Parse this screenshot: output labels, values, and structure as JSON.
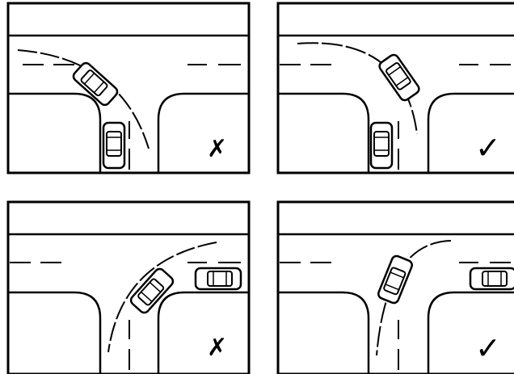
{
  "diagram": {
    "panels": [
      {
        "id": "top-left",
        "verdict": "incorrect",
        "mark": "✗",
        "oncoming_car": false
      },
      {
        "id": "top-right",
        "verdict": "correct",
        "mark": "✓",
        "oncoming_car": false
      },
      {
        "id": "bottom-left",
        "verdict": "incorrect",
        "mark": "✗",
        "oncoming_car": true
      },
      {
        "id": "bottom-right",
        "verdict": "correct",
        "mark": "✓",
        "oncoming_car": true
      }
    ],
    "colors": {
      "ink": "#000000",
      "paper": "#ffffff"
    },
    "icons": {
      "incorrect": "cross-mark-icon",
      "correct": "check-mark-icon",
      "vehicle": "car-icon"
    }
  }
}
